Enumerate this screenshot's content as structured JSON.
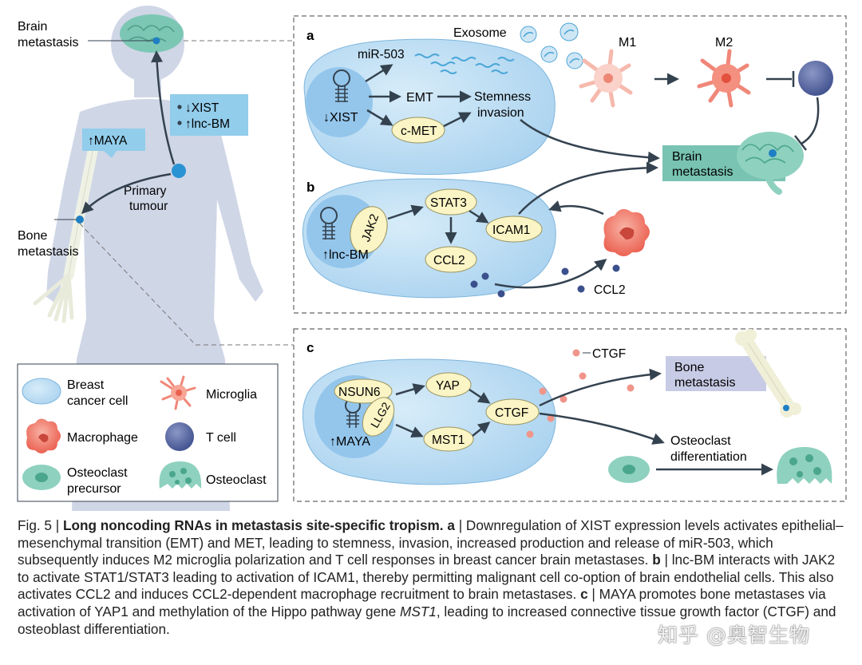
{
  "colors": {
    "cell_fill": "#b7daf2",
    "nucleus_fill": "#94c6ec",
    "oval_fill": "#fbf4c5",
    "teal_box": "#78c3b1",
    "body_fill": "#cfd6e6",
    "tcell": "#52619b"
  },
  "body": {
    "brain_label_1": "Brain",
    "brain_label_2": "metastasis",
    "bone_label_1": "Bone",
    "bone_label_2": "metastasis",
    "primary_1": "Primary",
    "primary_2": "tumour",
    "xist_item": "↓XIST",
    "lncbm_item": "↑lnc-BM",
    "maya_box": "↑MAYA"
  },
  "legend": {
    "breast_1": "Breast",
    "breast_2": "cancer cell",
    "microglia": "Microglia",
    "macrophage": "Macrophage",
    "tcell": "T cell",
    "osteo_pre_1": "Osteoclast",
    "osteo_pre_2": "precursor",
    "osteoclast": "Osteoclast"
  },
  "panel_a": {
    "letter": "a",
    "exosome": "Exosome",
    "mir503": "miR-503",
    "emt": "EMT",
    "stemness_1": "Stemness",
    "stemness_2": "invasion",
    "xist": "↓XIST",
    "cmet": "c-MET",
    "m1": "M1",
    "m2": "M2",
    "brain_1": "Brain",
    "brain_2": "metastasis"
  },
  "panel_b": {
    "letter": "b",
    "jak2": "JAK2",
    "lncbm": "↑lnc-BM",
    "stat3": "STAT3",
    "icam1": "ICAM1",
    "ccl2": "CCL2",
    "ccl2_free": "CCL2"
  },
  "panel_c": {
    "letter": "c",
    "ctgf_legend": "CTGF",
    "nsun6": "NSUN6",
    "llg2": "LLG2",
    "maya": "↑MAYA",
    "yap": "YAP",
    "mst1": "MST1",
    "ctgf": "CTGF",
    "bone_1": "Bone",
    "bone_2": "metastasis",
    "osteo_1": "Osteoclast",
    "osteo_2": "differentiation"
  },
  "caption": {
    "fig": "Fig. 5 | ",
    "title": "Long noncoding RNAs in metastasis site-specific tropism.",
    "a": " a",
    "a_text": " | Downregulation of XIST expression levels activates epithelial–mesenchymal transition (EMT) and MET, leading to stemness, invasion, increased production and release of miR-503, which subsequently induces M2 microglia polarization and T cell responses in breast cancer brain metastases. ",
    "b": "b",
    "b_text": " | lnc-BM interacts with JAK2 to activate STAT1/STAT3 leading to activation of ICAM1, thereby permitting malignant cell co-option of brain endothelial cells. This also activates CCL2 and induces CCL2-dependent macrophage recruitment to brain metastases. ",
    "c": "c",
    "c_text": " | MAYA promotes bone metastases via activation of YAP1 and methylation of the Hippo pathway gene ",
    "mst1": "MST1",
    "end": ", leading to increased connective tissue growth factor (CTGF) and osteoblast differentiation."
  },
  "watermark": "知乎 @奥智生物"
}
